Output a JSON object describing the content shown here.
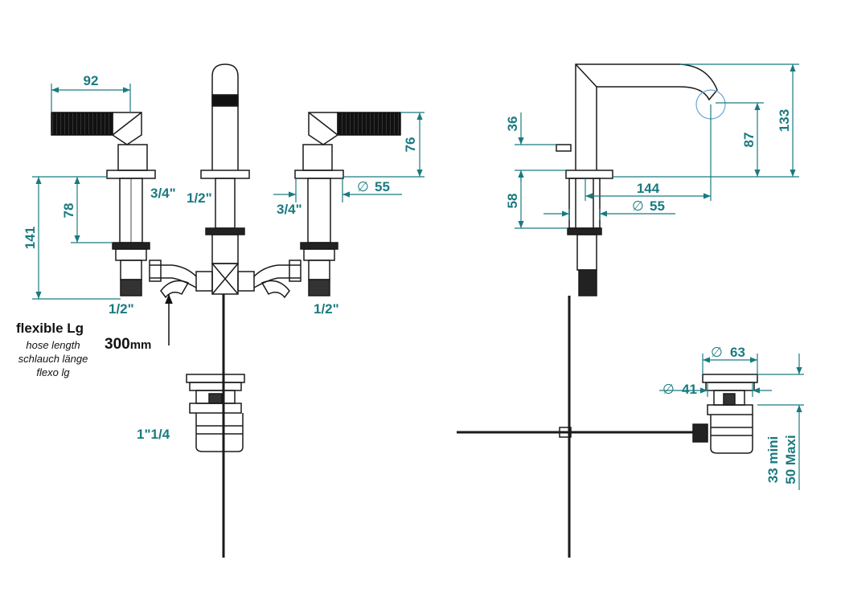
{
  "colors": {
    "dimension": "#1a7a80",
    "outline": "#1a1a1a",
    "hatch": "#222222",
    "circle": "#6aa6d8"
  },
  "front_view": {
    "dim_handle_width": "92",
    "dim_valve_height": "76",
    "dim_body_height": "78",
    "dim_total_height": "141",
    "dim_diameter": "55",
    "diameter_symbol": "∅",
    "thread_left_body": "3/4\"",
    "thread_spout": "1/2\"",
    "thread_right_body": "3/4\"",
    "thread_left_inlet": "1/2\"",
    "thread_right_inlet": "1/2\"",
    "waste_thread": "1\"1/4",
    "hose": {
      "title": "flexible Lg",
      "lines": [
        "hose length",
        "schlauch länge",
        "flexo lg"
      ],
      "length_value": "300",
      "length_unit": "mm"
    }
  },
  "side_view": {
    "dim_deck_offset": "36",
    "dim_body_height": "58",
    "dim_reach": "144",
    "dim_diameter": "55",
    "dim_spout_height": "87",
    "dim_total_height": "133",
    "diameter_symbol": "∅",
    "waste": {
      "dim_top_diameter": "63",
      "dim_plug_diameter": "41",
      "thickness_min": "33 mini",
      "thickness_max": "50 Maxi"
    }
  }
}
